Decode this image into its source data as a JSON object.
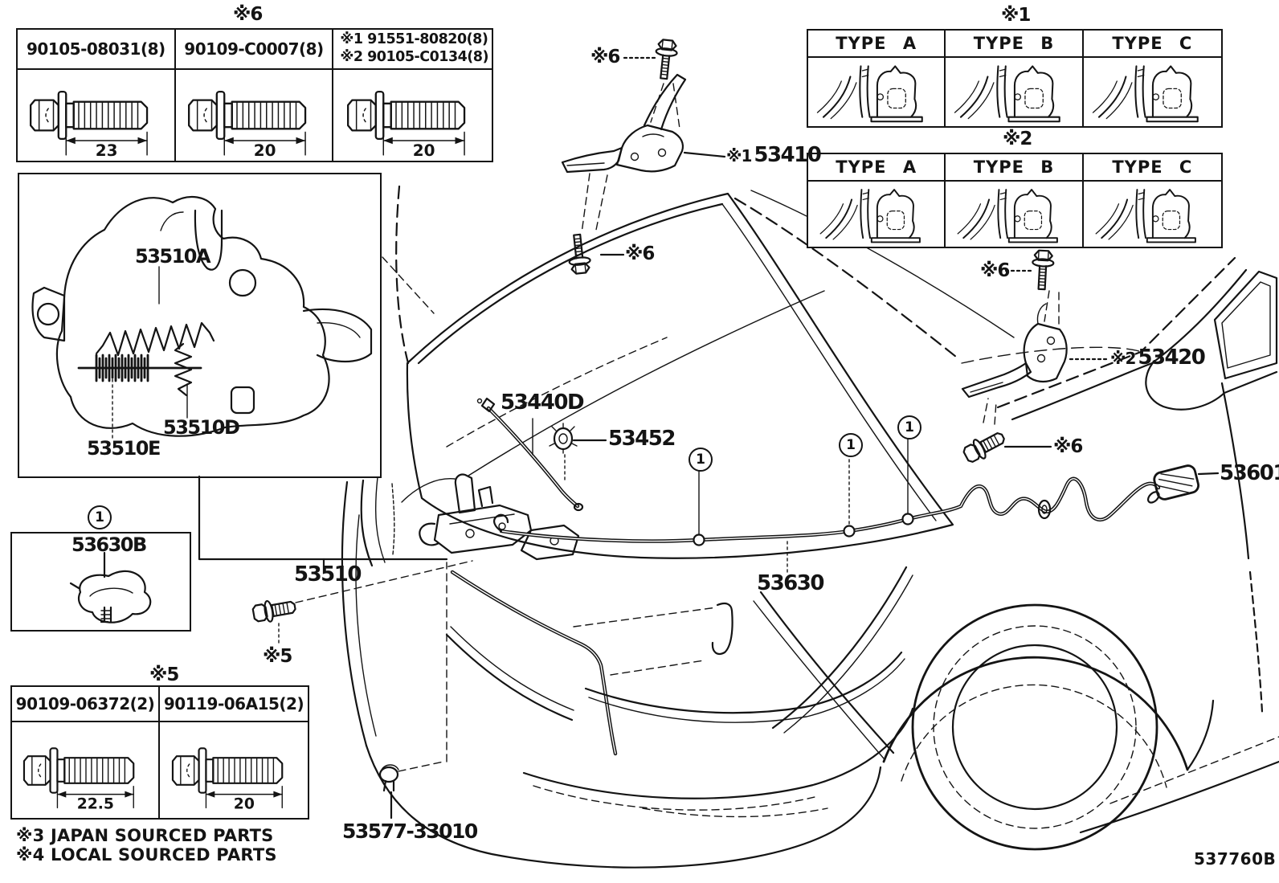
{
  "code": "537760B",
  "labels": {
    "n1": "※1",
    "n2": "※2",
    "n5": "※5",
    "n6": "※6",
    "marker1": "1",
    "p53410": "53410",
    "p53420": "53420",
    "p53440d": "53440D",
    "p53452": "53452",
    "p53510": "53510",
    "p53510a": "53510A",
    "p53510d": "53510D",
    "p53510e": "53510E",
    "p53601": "53601",
    "p53630": "53630",
    "p53630b": "53630B",
    "p53577": "53577-33010"
  },
  "tables": {
    "top": {
      "note": "※6",
      "cols": [
        {
          "part": "90105-08031(8)",
          "len": "23"
        },
        {
          "part": "90109-C0007(8)",
          "len": "20"
        },
        {
          "part1": "※1 91551-80820(8)",
          "part2": "※2 90105-C0134(8)",
          "len": "20"
        }
      ]
    },
    "type1": {
      "note": "※1",
      "h": [
        "TYPE A",
        "TYPE B",
        "TYPE C"
      ]
    },
    "type2": {
      "note": "※2",
      "h": [
        "TYPE A",
        "TYPE B",
        "TYPE C"
      ]
    },
    "bottom": {
      "note": "※5",
      "cols": [
        {
          "part": "90109-06372(2)",
          "len": "22.5"
        },
        {
          "part": "90119-06A15(2)",
          "len": "20"
        }
      ]
    }
  },
  "footnotes": [
    "※3 JAPAN SOURCED PARTS",
    "※4 LOCAL SOURCED PARTS"
  ]
}
